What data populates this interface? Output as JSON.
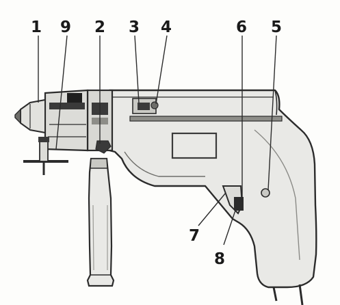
{
  "colors": {
    "ink": "#2b2b2b",
    "body_fill": "#e9e9e6",
    "shade": "#c9c9c4",
    "dark": "#3a3a3a"
  },
  "labels": {
    "l1": "1",
    "l9": "9",
    "l2": "2",
    "l3": "3",
    "l4": "4",
    "l6": "6",
    "l5": "5",
    "l7": "7",
    "l8": "8"
  }
}
